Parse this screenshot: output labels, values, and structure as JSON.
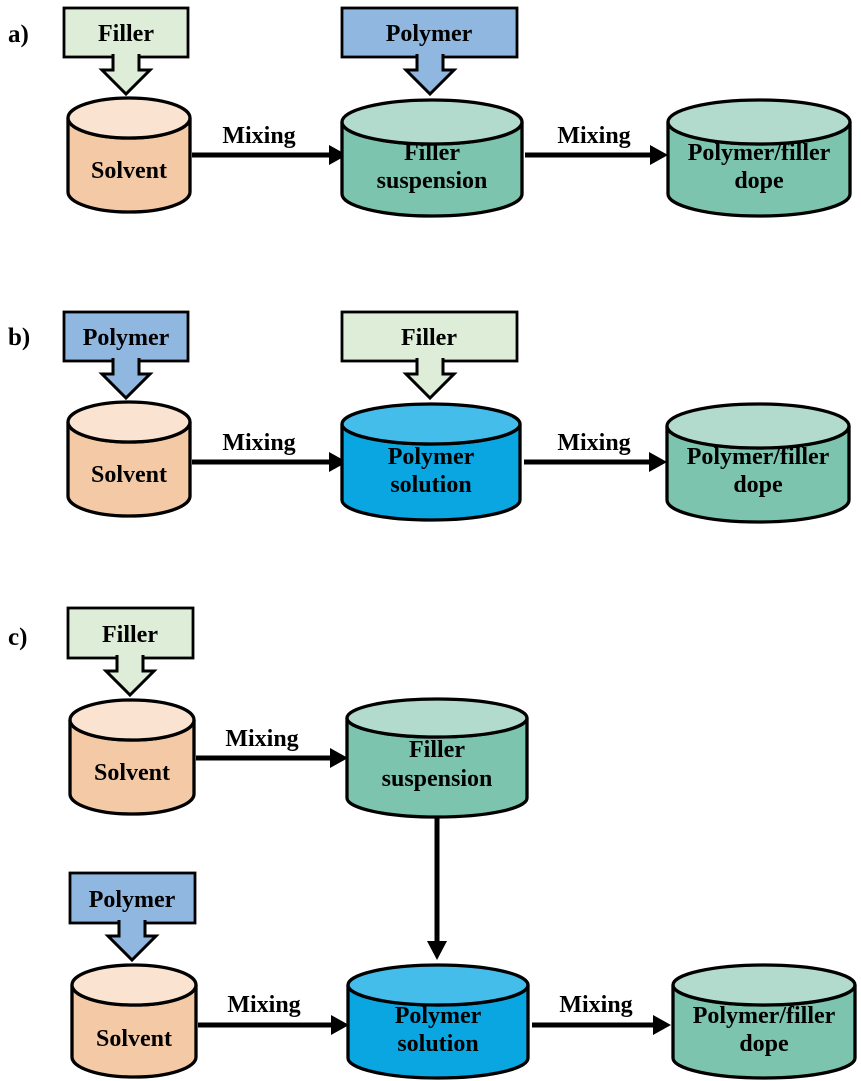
{
  "colors": {
    "filler_box_fill": "#ddedd8",
    "polymer_box_fill": "#90b7df",
    "solvent_body": "#f4c9a6",
    "solvent_top": "#fbe3d2",
    "suspension_body": "#7cc4ae",
    "suspension_top": "#b2dbce",
    "solution_body": "#0aa6e2",
    "solution_top": "#45bdea",
    "dope_body": "#7cc4ae",
    "dope_top": "#b2dbce",
    "outline": "#000000"
  },
  "panels": {
    "a": {
      "label": "a)",
      "filler_box": "Filler",
      "polymer_box": "Polymer",
      "solvent": "Solvent",
      "filler_suspension_line1": "Filler",
      "filler_suspension_line2": "suspension",
      "dope_line1": "Polymer/filler",
      "dope_line2": "dope",
      "mixing1": "Mixing",
      "mixing2": "Mixing"
    },
    "b": {
      "label": "b)",
      "polymer_box": "Polymer",
      "filler_box": "Filler",
      "solvent": "Solvent",
      "polymer_solution_line1": "Polymer",
      "polymer_solution_line2": "solution",
      "dope_line1": "Polymer/filler",
      "dope_line2": "dope",
      "mixing1": "Mixing",
      "mixing2": "Mixing"
    },
    "c": {
      "label": "c)",
      "filler_box": "Filler",
      "polymer_box": "Polymer",
      "solvent1": "Solvent",
      "solvent2": "Solvent",
      "filler_suspension_line1": "Filler",
      "filler_suspension_line2": "suspension",
      "polymer_solution_line1": "Polymer",
      "polymer_solution_line2": "solution",
      "dope_line1": "Polymer/filler",
      "dope_line2": "dope",
      "mixing1": "Mixing",
      "mixing2": "Mixing",
      "mixing3": "Mixing"
    }
  }
}
